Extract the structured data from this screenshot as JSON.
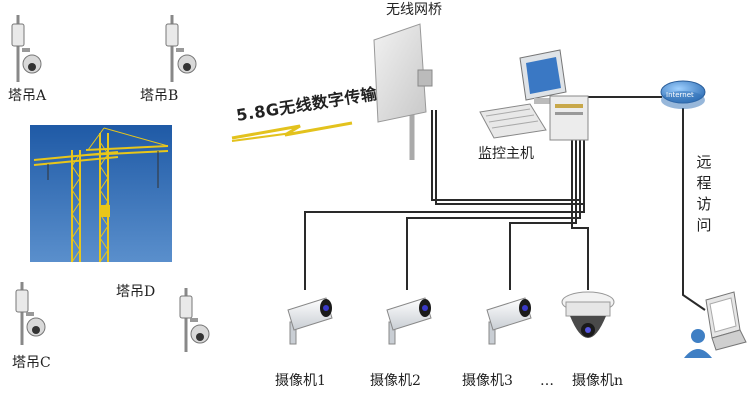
{
  "labels": {
    "bridge": "无线网桥",
    "banner": "5.8G无线数字传输",
    "monitor_host": "监控主机",
    "remote_access": [
      "远",
      "程",
      "访",
      "问"
    ],
    "internet": "Internet",
    "crane_a": "塔吊A",
    "crane_b": "塔吊B",
    "crane_c": "塔吊C",
    "crane_d": "塔吊D",
    "camera_1": "摄像机1",
    "camera_2": "摄像机2",
    "camera_3": "摄像机3",
    "ellipsis": "…",
    "camera_n": "摄像机n"
  },
  "colors": {
    "sky": "#2c6bb6",
    "crane": "#e8c61a",
    "cable": "#2a2a2a",
    "internet_globe": "#3f7fc4",
    "lightning": "#e3c21d"
  },
  "icons": [
    "wireless-bridge-icon",
    "pc-icon",
    "internet-globe-icon",
    "laptop-icon",
    "user-icon",
    "ptz-camera-icon",
    "bullet-camera-icon",
    "dome-camera-icon",
    "tower-crane-photo"
  ]
}
